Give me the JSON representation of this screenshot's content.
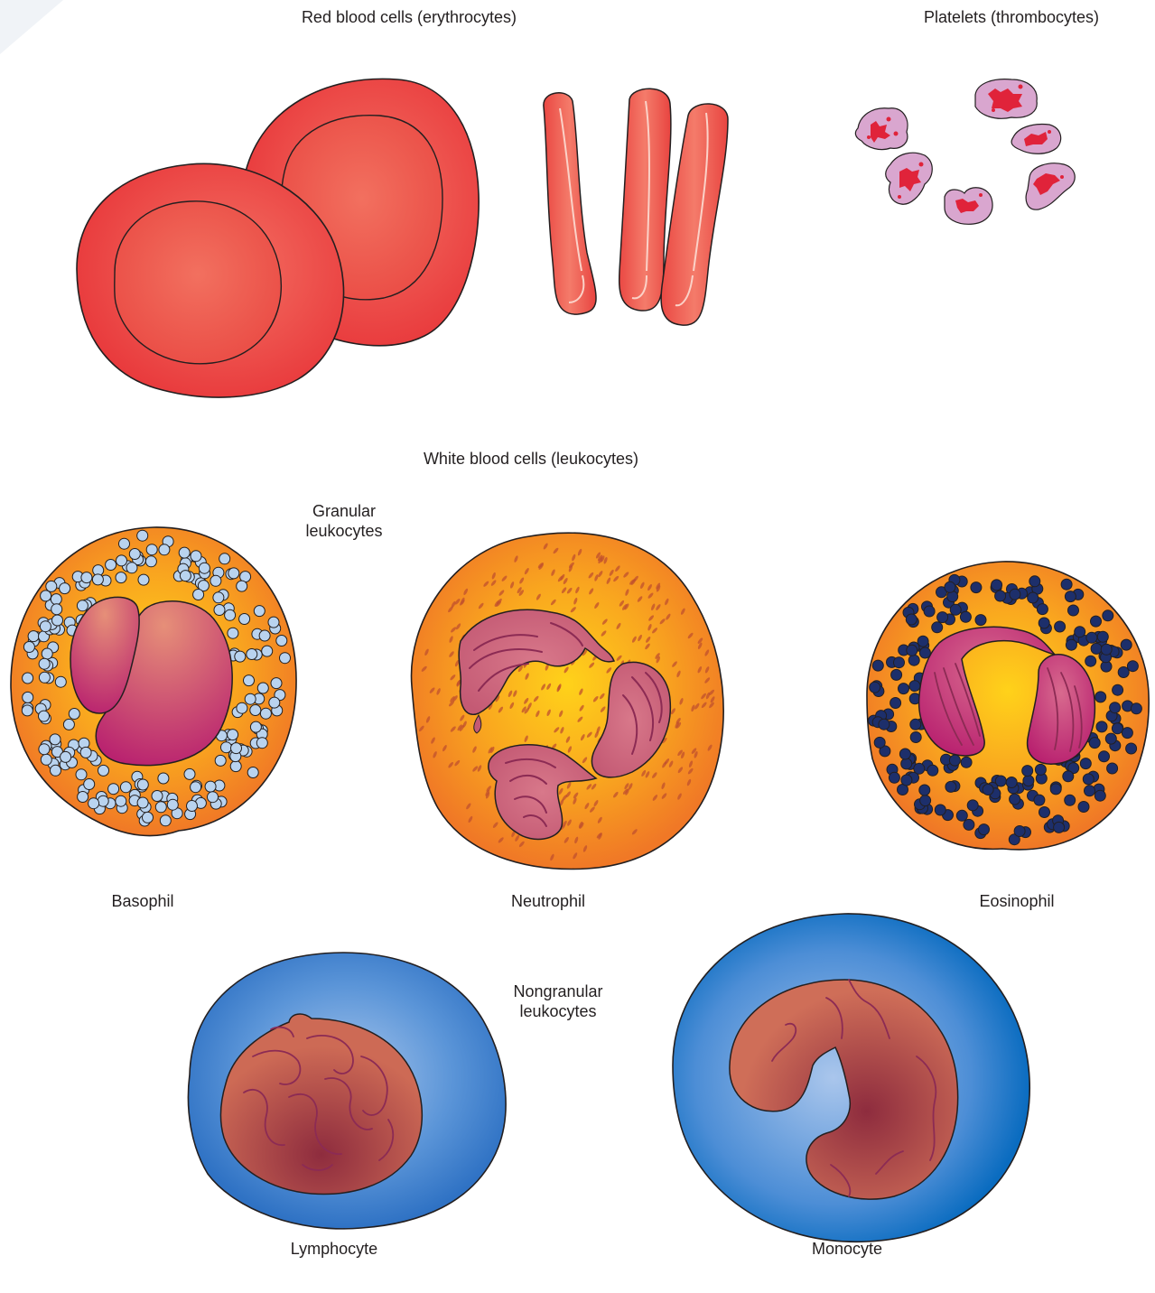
{
  "labels": {
    "red_blood_cells": "Red blood cells (erythrocytes)",
    "platelets": "Platelets (thrombocytes)",
    "white_blood_cells": "White blood cells (leukocytes)",
    "granular": "Granular\nleukocytes",
    "nongranular": "Nongranular\nleukocytes",
    "basophil": "Basophil",
    "neutrophil": "Neutrophil",
    "eosinophil": "Eosinophil",
    "lymphocyte": "Lymphocyte",
    "monocyte": "Monocyte"
  },
  "colors": {
    "rbc_outer": "#e93a3c",
    "rbc_inner": "#f0614f",
    "platelet_body": "#d9a6cf",
    "platelet_granule": "#e0233a",
    "granulocyte_cytoplasm_edge": "#f07f2a",
    "granulocyte_cytoplasm_center": "#ffd21a",
    "basophil_granule": "#b9d3ef",
    "eosinophil_granule": "#1d2f6b",
    "granulocyte_nucleus": "#c4506e",
    "agranulocyte_cytoplasm": "#3a86d6",
    "agranulocyte_nucleus": "#c4634f",
    "outline": "#231f20"
  }
}
